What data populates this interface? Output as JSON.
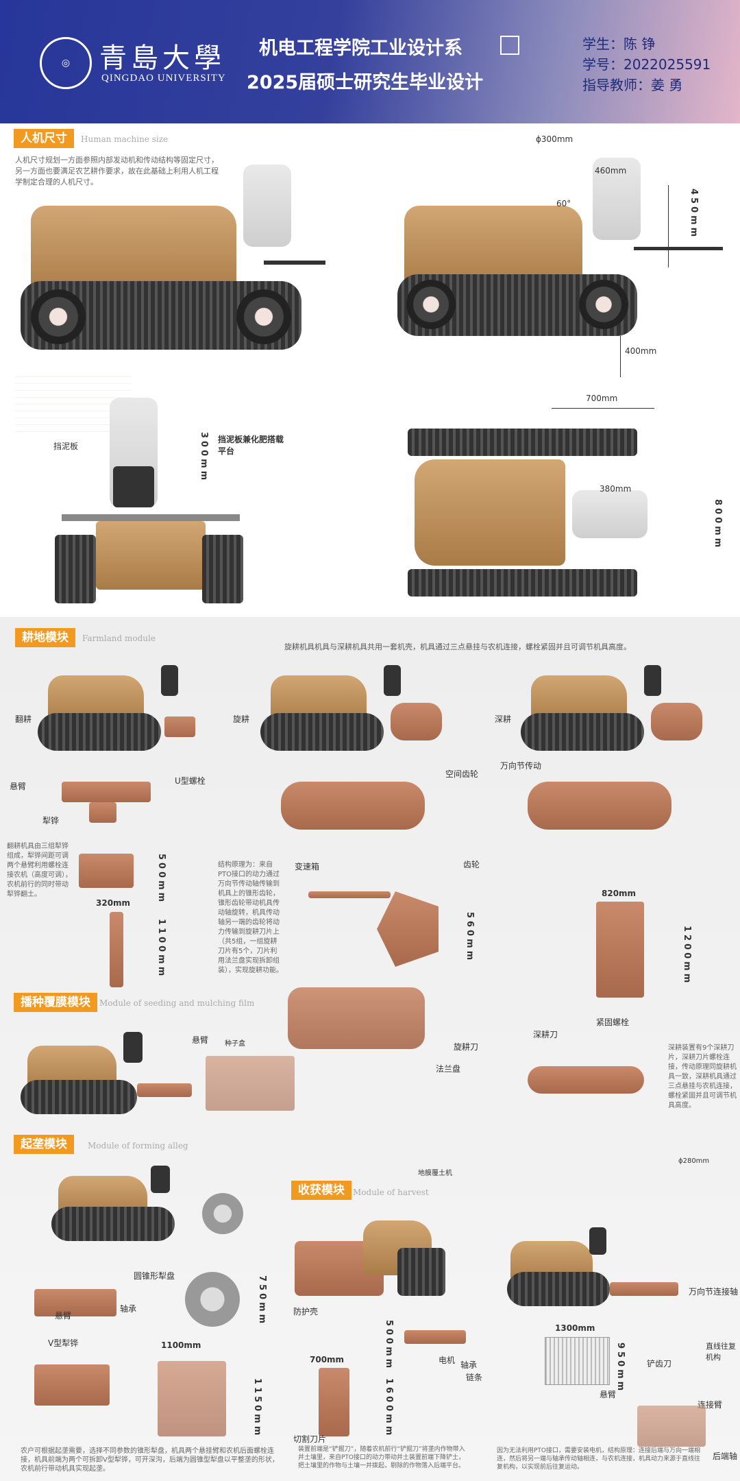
{
  "header": {
    "logo_cn": "青島大學",
    "logo_en": "QINGDAO UNIVERSITY",
    "title_line1": "机电工程学院工业设计系",
    "title_line2": "2025届硕士研究生毕业设计",
    "student": "学生：陈 铮",
    "student_id": "学号：2022025591",
    "advisor": "指导教师：姜 勇"
  },
  "human_machine": {
    "tag": "人机尺寸",
    "tag_en": "Human machine size",
    "text": "人机尺寸规划一方面参照内部发动机和传动结构等固定尺寸，另一方面也要满足农艺耕作要求，故在此基础上利用人机工程学制定合理的人机尺寸。",
    "dims": {
      "d300": "ϕ300mm",
      "d460": "460mm",
      "d60": "60°",
      "d450": "450mm",
      "d400": "400mm",
      "d700": "700mm",
      "d300v": "300mm",
      "d380": "380mm",
      "d800": "800mm"
    },
    "labels": {
      "mudguard": "挡泥板",
      "mudguard_platform": "挡泥板兼化肥搭载平台"
    }
  },
  "farmland": {
    "tag": "耕地模块",
    "tag_en": "Farmland module",
    "desc": "旋耕机具机具与深耕机具共用一套机壳，机具通过三点悬挂与农机连接，螺栓紧固并且可调节机具高度。",
    "modes": [
      "翻耕",
      "旋耕",
      "深耕"
    ],
    "labels": {
      "cantilever": "悬臂",
      "u_bolt": "U型螺栓",
      "plow": "犁铧",
      "space_gear": "空间齿轮",
      "gear": "齿轮",
      "universal": "万向节传动",
      "gearbox": "变速箱"
    },
    "plow_text": "翻耕机具由三组犁铧组成，犁铧间距可调两个悬臂利用螺栓连接农机（高度可调），农机前行的同时带动犁铧翻土。",
    "structure_text": "结构原理为：来自PTO接口的动力通过万向节传动轴传输到机具上的锥形齿轮，锥形齿轮带动机具传动轴旋转，机具传动轴另一端的齿轮将动力传输到旋耕刀片上（共5组，一组旋耕刀片有5个，刀片利用法兰盘实现拆卸组装），实现旋耕功能。",
    "dims": {
      "d500": "500mm",
      "d320": "320mm",
      "d1100": "1100mm",
      "d560": "560mm",
      "d820": "820mm",
      "d1200": "1200mm"
    }
  },
  "seeding": {
    "tag": "播种覆膜模块",
    "tag_en": "Module of seeding and mulching film",
    "labels": {
      "rotary_blade": "旋耕刀",
      "flange": "法兰盘",
      "deep_blade": "深耕刀",
      "bolt": "紧固螺栓",
      "cantilever": "悬臂",
      "seed_box": "种子盒",
      "film": "地膜覆土机"
    },
    "deep_text": "深耕装置有9个深耕刀片，深耕刀片螺栓连接，传动原理同旋耕机具一致，深耕机具通过三点悬挂与农机连接，螺栓紧固并且可调节机具高度。",
    "d280": "ϕ280mm"
  },
  "ridging": {
    "tag": "起垄模块",
    "tag_en": "Module of forming alleg",
    "labels": {
      "disc": "圆锥形犁盘",
      "cantilever": "悬臂",
      "bearing": "轴承",
      "v_plow": "V型犁铧"
    },
    "dims": {
      "d750": "750mm",
      "d1100": "1100mm",
      "d1150": "1150mm"
    },
    "text": "农户可根据起垄需要，选择不同参数的锥形犁盘，机具两个悬挂臂和农机后面螺栓连接，机具前端为两个可拆卸V型犁铧，可开深沟，后端为圆锥型犁盘以平整垄的形状，农机前行带动机具实现起垄。"
  },
  "harvest": {
    "tag": "收获模块",
    "tag_en": "Module of harvest",
    "labels": {
      "guard": "防护壳",
      "motor": "电机",
      "bearing": "轴承",
      "chain": "链条",
      "shovel": "铲齿刀",
      "cutter": "切割刀片",
      "universal_shaft": "万向节连接轴",
      "cantilever": "悬臂",
      "linear_rail": "直线往复机构",
      "connect_rod": "连接臂",
      "shaft": "后端轴"
    },
    "dims": {
      "d500": "500mm",
      "d700": "700mm",
      "d1600": "1600mm",
      "d1300": "1300mm",
      "d950": "950mm"
    },
    "text1": "装置前端是“铲掘刀”，随着农机前行“铲掘刀”将垄内作物带入并土壤里，来自PTO接口的动力带动并土装置前端下降铲土，把土壤里的作物与土壤一并拨起，剔除的作物落入后端平台。",
    "text2": "因为无法利用PTO接口，需要安装电机，结构原理：连接后端与万向一端相连，然后将另一端与轴承传动轴相连，与农机连接，机具动力来源于直线往复机构，以实现前后往复运动。"
  }
}
